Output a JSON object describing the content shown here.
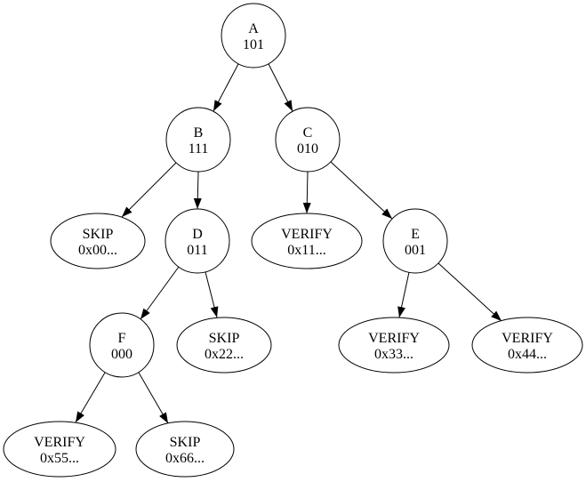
{
  "diagram": {
    "kind": "tree",
    "nodes": [
      {
        "id": "A",
        "line1": "A",
        "line2": "101",
        "shape": "circle"
      },
      {
        "id": "B",
        "line1": "B",
        "line2": "111",
        "shape": "circle"
      },
      {
        "id": "C",
        "line1": "C",
        "line2": "010",
        "shape": "circle"
      },
      {
        "id": "skip00",
        "line1": "SKIP",
        "line2": "0x00...",
        "shape": "ellipse"
      },
      {
        "id": "D",
        "line1": "D",
        "line2": "011",
        "shape": "circle"
      },
      {
        "id": "verify11",
        "line1": "VERIFY",
        "line2": "0x11...",
        "shape": "ellipse"
      },
      {
        "id": "E",
        "line1": "E",
        "line2": "001",
        "shape": "circle"
      },
      {
        "id": "F",
        "line1": "F",
        "line2": "000",
        "shape": "circle"
      },
      {
        "id": "skip22",
        "line1": "SKIP",
        "line2": "0x22...",
        "shape": "ellipse"
      },
      {
        "id": "verify33",
        "line1": "VERIFY",
        "line2": "0x33...",
        "shape": "ellipse"
      },
      {
        "id": "verify44",
        "line1": "VERIFY",
        "line2": "0x44...",
        "shape": "ellipse"
      },
      {
        "id": "verify55",
        "line1": "VERIFY",
        "line2": "0x55...",
        "shape": "ellipse"
      },
      {
        "id": "skip66",
        "line1": "SKIP",
        "line2": "0x66...",
        "shape": "ellipse"
      }
    ],
    "edges": [
      {
        "from": "A",
        "to": "B"
      },
      {
        "from": "A",
        "to": "C"
      },
      {
        "from": "B",
        "to": "skip00"
      },
      {
        "from": "B",
        "to": "D"
      },
      {
        "from": "C",
        "to": "verify11"
      },
      {
        "from": "C",
        "to": "E"
      },
      {
        "from": "D",
        "to": "F"
      },
      {
        "from": "D",
        "to": "skip22"
      },
      {
        "from": "E",
        "to": "verify33"
      },
      {
        "from": "E",
        "to": "verify44"
      },
      {
        "from": "F",
        "to": "verify55"
      },
      {
        "from": "F",
        "to": "skip66"
      }
    ],
    "colors": {
      "background": "#ffffff",
      "node_fill": "#ffffff",
      "node_stroke": "#000000",
      "edge_color": "#000000",
      "text_color": "#000000"
    }
  }
}
